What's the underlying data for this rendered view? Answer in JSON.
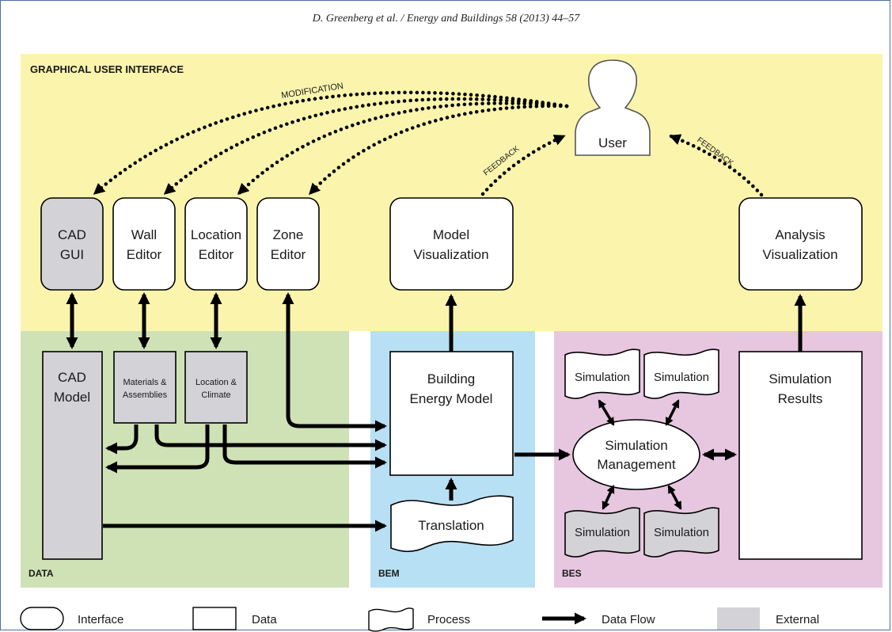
{
  "citation": "D. Greenberg et al. / Energy and Buildings 58 (2013) 44–57",
  "regions": {
    "gui": "GRAPHICAL USER INTERFACE",
    "data": "DATA",
    "bem": "BEM",
    "bes": "BES"
  },
  "colors": {
    "gui": "#fbf4ad",
    "data": "#cfe2b6",
    "bem": "#b8e0f4",
    "bes": "#e7c6e0",
    "external": "#d3d2d7"
  },
  "arrow_labels": {
    "modification": "MODIFICATION",
    "feedback_left": "FEEDBACK",
    "feedback_right": "FEEDBACK"
  },
  "user": {
    "label": "User"
  },
  "interfaces": {
    "cad_gui": [
      "CAD",
      "GUI"
    ],
    "wall_editor": [
      "Wall",
      "Editor"
    ],
    "location_editor": [
      "Location",
      "Editor"
    ],
    "zone_editor": [
      "Zone",
      "Editor"
    ],
    "model_vis": [
      "Model",
      "Visualization"
    ],
    "analysis_vis": [
      "Analysis",
      "Visualization"
    ]
  },
  "data_nodes": {
    "cad_model": [
      "CAD",
      "Model"
    ],
    "materials": [
      "Materials &",
      "Assemblies"
    ],
    "location_climate": [
      "Location &",
      "Climate"
    ],
    "bem": [
      "Building",
      "Energy Model"
    ],
    "sim_results": [
      "Simulation",
      "Results"
    ]
  },
  "processes": {
    "translation": "Translation",
    "simulation": "Simulation",
    "sim_management": [
      "Simulation",
      "Management"
    ]
  },
  "legend": {
    "interface": "Interface",
    "data": "Data",
    "process": "Process",
    "data_flow": "Data Flow",
    "external": "External"
  }
}
